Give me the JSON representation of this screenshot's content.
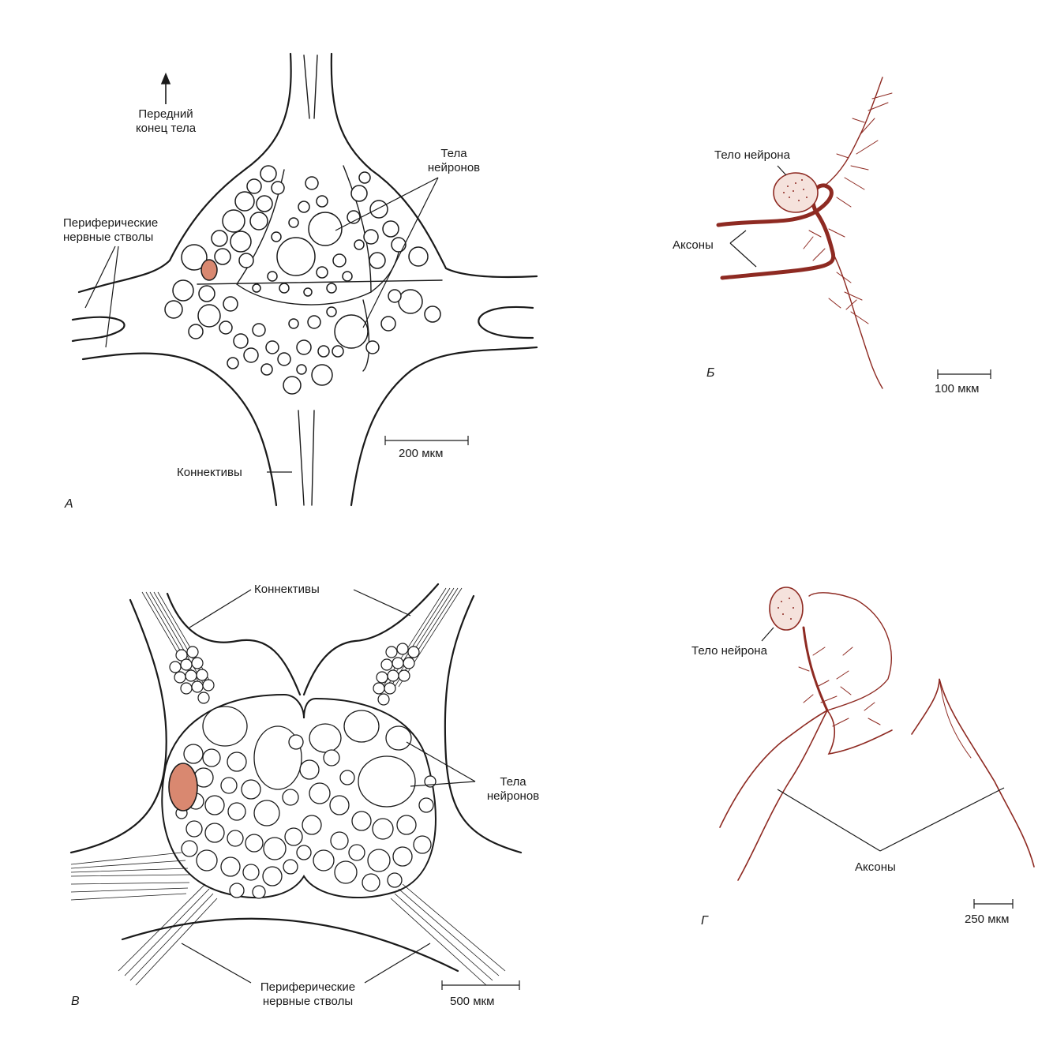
{
  "panel_a": {
    "letter": "А",
    "anterior_line1": "Передний",
    "anterior_line2": "конец тела",
    "peripheral_line1": "Периферические",
    "peripheral_line2": "нервные стволы",
    "bodies_line1": "Тела",
    "bodies_line2": "нейронов",
    "connectives": "Коннективы",
    "scale": "200 мкм"
  },
  "panel_b": {
    "letter": "Б",
    "cell_body": "Тело нейрона",
    "axons": "Аксоны",
    "scale": "100 мкм"
  },
  "panel_v": {
    "letter": "В",
    "connectives": "Коннективы",
    "bodies_line1": "Тела",
    "bodies_line2": "нейронов",
    "peripheral_line1": "Периферические",
    "peripheral_line2": "нервные стволы",
    "scale": "500 мкм"
  },
  "panel_g": {
    "letter": "Г",
    "cell_body": "Тело нейрона",
    "axons": "Аксоны",
    "scale": "250 мкм"
  },
  "colors": {
    "ink": "#1a1a1a",
    "neuron": "#8e2a22",
    "highlight_fill": "#d98870"
  }
}
